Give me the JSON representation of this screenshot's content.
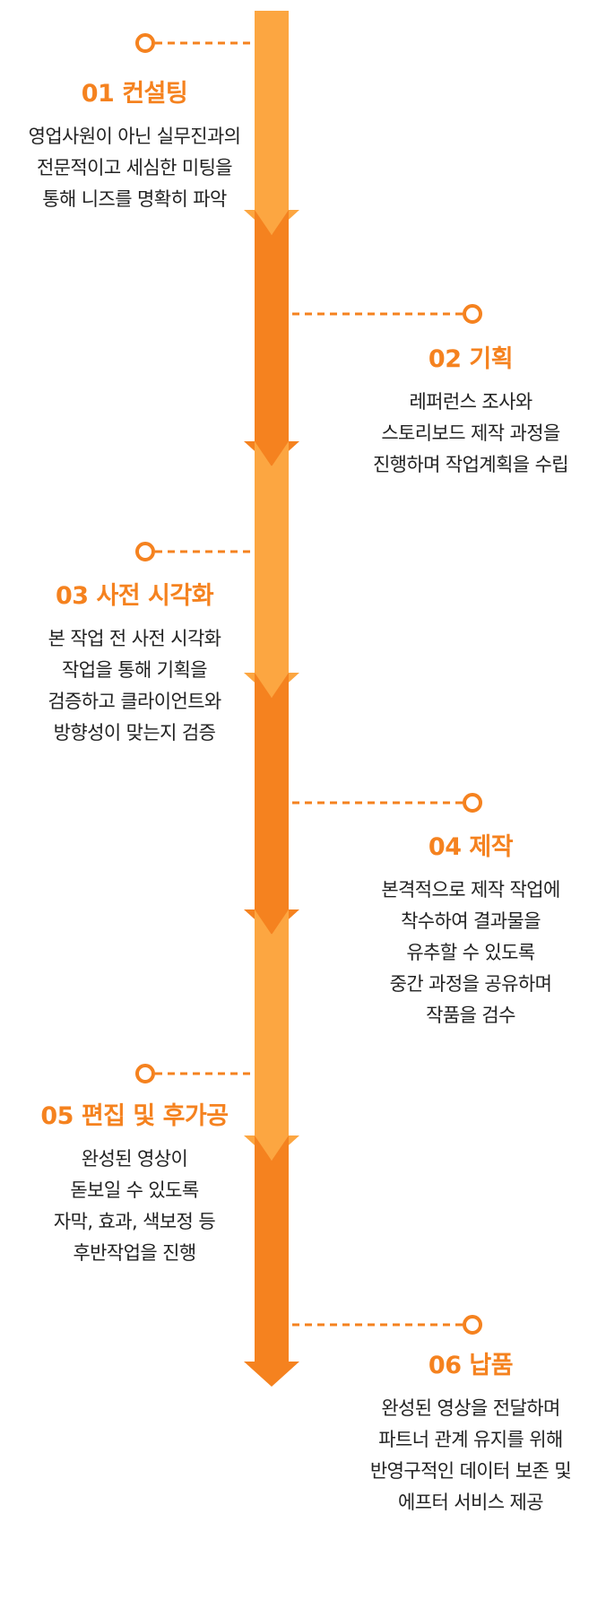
{
  "colors": {
    "light_segment": "#fca641",
    "dark_segment": "#f5821f",
    "accent_text": "#f5821f",
    "connector": "#f5821f"
  },
  "steps": [
    {
      "number": "01",
      "title": "컨설팅",
      "lines": [
        "영업사원이 아닌 실무진과의",
        "전문적이고 세심한 미팅을",
        "통해 니즈를 명확히 파악"
      ]
    },
    {
      "number": "02",
      "title": "기획",
      "lines": [
        "레퍼런스 조사와",
        "스토리보드 제작 과정을",
        "진행하며 작업계획을 수립"
      ]
    },
    {
      "number": "03",
      "title": "사전 시각화",
      "lines": [
        "본 작업 전 사전 시각화",
        "작업을 통해 기획을",
        "검증하고 클라이언트와",
        "방향성이 맞는지 검증"
      ]
    },
    {
      "number": "04",
      "title": "제작",
      "lines": [
        "본격적으로 제작 작업에",
        "착수하여 결과물을",
        "유추할 수 있도록",
        "중간 과정을 공유하며",
        "작품을 검수"
      ]
    },
    {
      "number": "05",
      "title": "편집 및 후가공",
      "lines": [
        "완성된 영상이",
        "돋보일 수 있도록",
        "자막, 효과, 색보정 등",
        "후반작업을 진행"
      ]
    },
    {
      "number": "06",
      "title": "납품",
      "lines": [
        "완성된 영상을 전달하며",
        "파트너 관계 유지를 위해",
        "반영구적인 데이터 보존 및",
        "에프터 서비스 제공"
      ]
    }
  ]
}
